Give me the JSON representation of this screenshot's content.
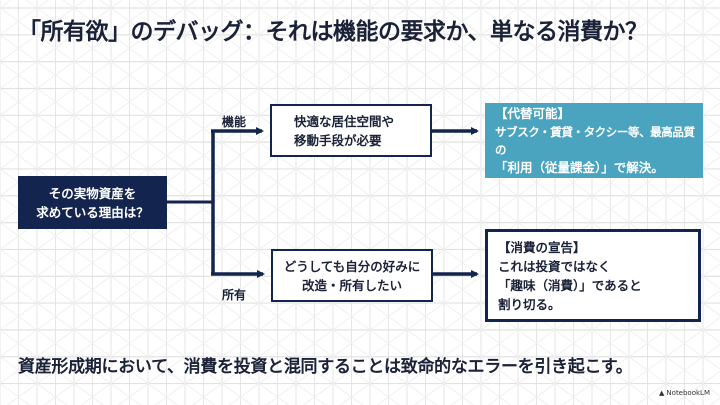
{
  "title": "「所有欲」のデバッグ：それは機能の要求か、単なる消費か？",
  "root": {
    "lines": [
      "その実物資産を",
      "求めている理由は？"
    ]
  },
  "branches": {
    "top_label": "機能",
    "bottom_label": "所有"
  },
  "function_box": {
    "lines": [
      "快適な居住空間や",
      "移動手段が必要"
    ]
  },
  "ownership_box": {
    "lines": [
      "どうしても自分の好みに",
      "改造・所有したい"
    ]
  },
  "substitute_box": {
    "heading": "【代替可能】",
    "lines": [
      "サブスク・賃貸・タクシー等、最高品質の",
      "「利用（従量課金）」で解決。"
    ]
  },
  "consumption_box": {
    "heading": "【消費の宣告】",
    "lines": [
      "これは投資ではなく",
      "「趣味（消費）」であると",
      "割り切る。"
    ]
  },
  "footer": "資産形成期において、消費を投資と混同することは致命的なエラーを引き起こす。",
  "brand": {
    "label": "NotebookLM",
    "icon": "notebooklm-logo-icon"
  },
  "colors": {
    "navy": "#13254f",
    "teal": "#4aa3bf",
    "text": "#1a2238"
  }
}
